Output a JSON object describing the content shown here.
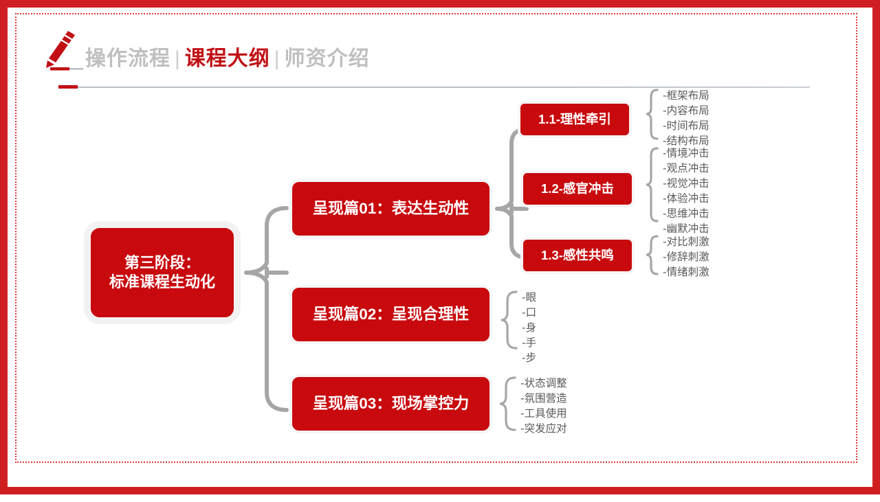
{
  "slide": {
    "frame_color": "#d01f22",
    "accent_color": "#c8090d"
  },
  "header": {
    "icon": "pencil-icon",
    "nav": [
      {
        "label": "操作流程",
        "active": false
      },
      {
        "label": "课程大纲",
        "active": true
      },
      {
        "label": "师资介绍",
        "active": false
      }
    ],
    "separator": "|"
  },
  "mindmap": {
    "root": {
      "line1": "第三阶段：",
      "line2": "标准课程生动化"
    },
    "branches": [
      {
        "label": "呈现篇01：表达生动性",
        "children": [
          {
            "label": "1.1-理性牵引",
            "items": [
              "-框架布局",
              "-内容布局",
              "-时间布局",
              "-结构布局"
            ]
          },
          {
            "label": "1.2-感官冲击",
            "items": [
              "-情境冲击",
              "-观点冲击",
              "-视觉冲击",
              "-体验冲击",
              "-思维冲击",
              "-幽默冲击"
            ]
          },
          {
            "label": "1.3-感性共鸣",
            "items": [
              "-对比刺激",
              "-修辞刺激",
              "-情绪刺激"
            ]
          }
        ]
      },
      {
        "label": "呈现篇02：呈现合理性",
        "items": [
          "-眼",
          "-口",
          "-身",
          "-手",
          "-步"
        ]
      },
      {
        "label": "呈现篇03：现场掌控力",
        "items": [
          "-状态调整",
          "-氛围营造",
          "-工具使用",
          "-突发应对"
        ]
      }
    ]
  }
}
